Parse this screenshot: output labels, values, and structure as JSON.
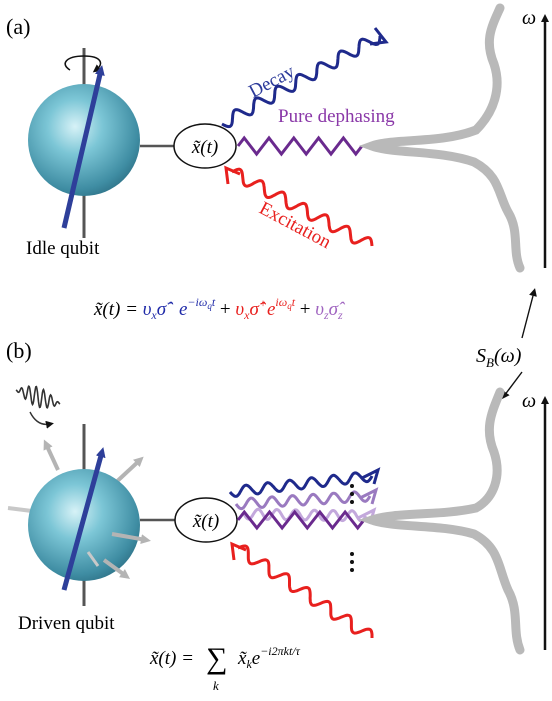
{
  "panel_a": {
    "label": "(a)",
    "qubit_label": "Idle qubit",
    "node_label": "x̃(t)",
    "decay_label": "Decay",
    "dephasing_label": "Pure dephasing",
    "excitation_label": "Excitation",
    "omega_label": "ω"
  },
  "panel_b": {
    "label": "(b)",
    "qubit_label": "Driven qubit",
    "node_label": "x̃(t)",
    "omega_label": "ω"
  },
  "spectrum_label": "S",
  "spectrum_sub": "B",
  "spectrum_arg": "(ω)",
  "equation_a": {
    "lhs": "x̃(t) = ",
    "t1": "υ",
    "t1_sub": "x",
    "t1_op": "σ̂",
    "t1_sup": "−",
    "t1_exp_base": " e",
    "t1_exp": "−iω",
    "t1_exp_sub": "q",
    "t1_exp_t": "t",
    "plus1": " + ",
    "t2": "υ",
    "t2_sub": "x",
    "t2_op": "σ̂",
    "t2_sup": "+",
    "t2_exp_base": "e",
    "t2_exp": "iω",
    "t2_exp_sub": "q",
    "t2_exp_t": "t",
    "plus2": " + ",
    "t3": "υ",
    "t3_sub": "z",
    "t3_op": "σ̂",
    "t3_op_sub": "z"
  },
  "equation_b": {
    "lhs": "x̃(t) = ",
    "sum": "∑",
    "sum_index": "k",
    "term": "x̃",
    "term_sub": "k",
    "exp_base": "e",
    "exp": "−i2πkt/τ"
  },
  "colors": {
    "decay": "#1f2a8c",
    "dephasing": "#6a2a8e",
    "excitation": "#e8201e",
    "light_purple": "#b494d0",
    "mid_purple": "#9a7ac0",
    "qubit_sphere": "#5fb0c4",
    "qubit_arrow": "#2e3f9a",
    "grey": "#b4b4b4",
    "spectrum": "#b9b9b9"
  }
}
